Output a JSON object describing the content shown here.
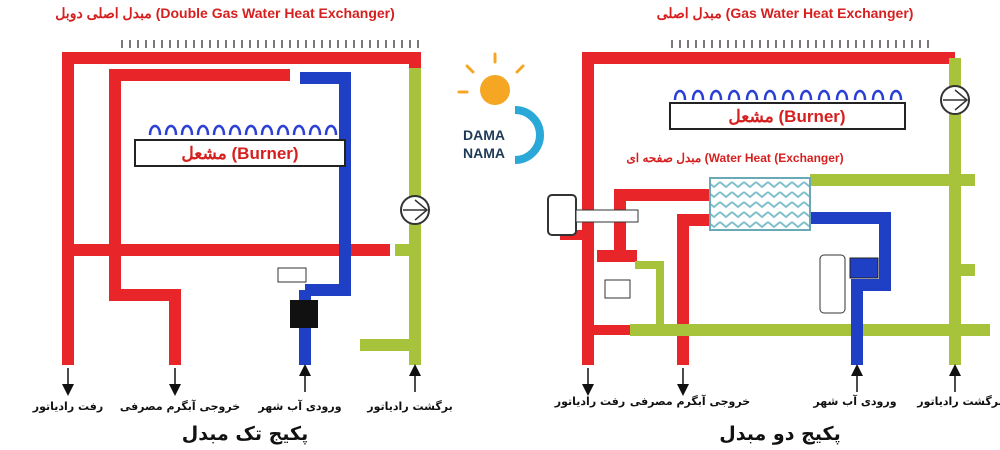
{
  "left_diagram": {
    "title": "مبدل اصلی دوبل (Double Gas Water Heat Exchanger)",
    "burner_label": "مشعل (Burner)",
    "package_title": "پکیج تک مبدل",
    "outlets": [
      "رفت رادیاتور",
      "خروجی آبگرم مصرفی",
      "ورودی آب شهر",
      "برگشت رادیاتور"
    ]
  },
  "right_diagram": {
    "title": "مبدل اصلی (Gas Water Heat Exchanger)",
    "burner_label": "مشعل (Burner)",
    "plate_exchanger_label": "مبدل صفحه ای (Water Heat (Exchanger)",
    "package_title": "پکیج دو مبدل",
    "outlets": [
      "رفت رادیاتور",
      "خروجی آبگرم مصرفی",
      "ورودی آب شهر",
      "برگشت رادیاتور"
    ]
  },
  "logo": {
    "line1": "DAMA",
    "line2": "NAMA"
  },
  "colors": {
    "hot": "#e8262a",
    "return": "#a7c23b",
    "cold": "#1f3fc4",
    "flame": "#2a3fd6",
    "label": "#d62020"
  }
}
